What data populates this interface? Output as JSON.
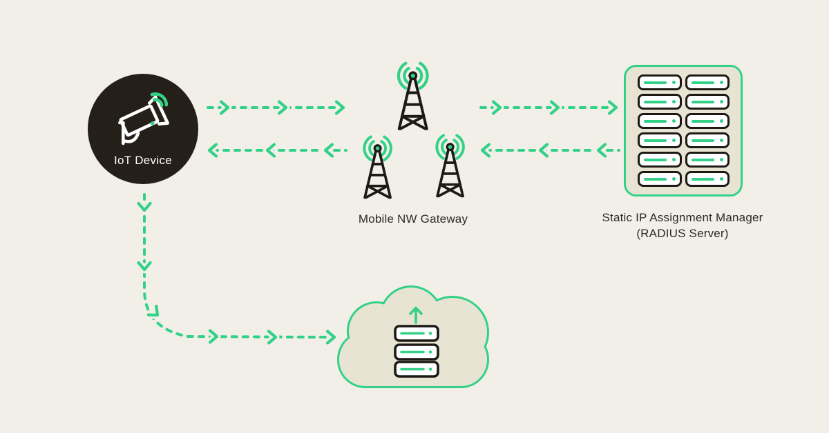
{
  "title": "IoT static IP assignment network diagram",
  "colors": {
    "background": "#f2efe8",
    "accent_green": "#33d187",
    "outline_black": "#1d1a15",
    "iot_node_fill": "#241f18",
    "panel_fill": "#e8e4d3",
    "text": "#2c2a24",
    "white": "#ffffff"
  },
  "nodes": {
    "iot_device": {
      "label": "IoT Device",
      "icon": "cctv-camera-icon"
    },
    "mobile_nw_gateway": {
      "label": "Mobile NW Gateway",
      "icon": "cell-tower-icon",
      "tower_count": 3
    },
    "radius_server": {
      "label_line1": "Static IP Assignment Manager",
      "label_line2": "(RADIUS Server)",
      "icon": "server-rack-icon",
      "server_rows": 6,
      "server_cols": 2
    },
    "cloud": {
      "icon": "cloud-upload-servers-icon",
      "server_count": 3
    }
  },
  "connections": [
    {
      "from": "iot_device",
      "to": "mobile_nw_gateway",
      "style": "dashed-green",
      "direction": "right"
    },
    {
      "from": "mobile_nw_gateway",
      "to": "iot_device",
      "style": "dashed-green",
      "direction": "left"
    },
    {
      "from": "mobile_nw_gateway",
      "to": "radius_server",
      "style": "dashed-green",
      "direction": "right"
    },
    {
      "from": "radius_server",
      "to": "mobile_nw_gateway",
      "style": "dashed-green",
      "direction": "left"
    },
    {
      "from": "iot_device",
      "to": "cloud",
      "style": "dashed-green",
      "direction": "down-then-right"
    }
  ]
}
